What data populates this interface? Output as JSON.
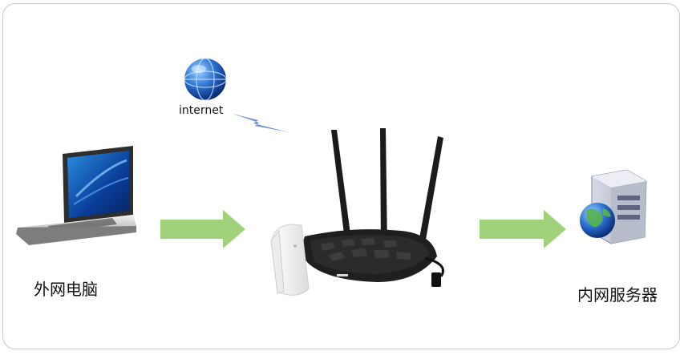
{
  "labels": {
    "internet": "internet",
    "external_pc": "外网电脑",
    "internal_server": "内网服务器"
  },
  "colors": {
    "arrow": "#9fd27a",
    "lightning": "#6c8fd8",
    "globe": "#1f5fbf",
    "router_body": "#1f1f1f",
    "frame_border": "#c8c8c8"
  },
  "icons": [
    "globe-icon",
    "laptop-icon",
    "router-icon",
    "range-extender-icon",
    "server-icon",
    "arrow-icon",
    "lightning-icon"
  ]
}
